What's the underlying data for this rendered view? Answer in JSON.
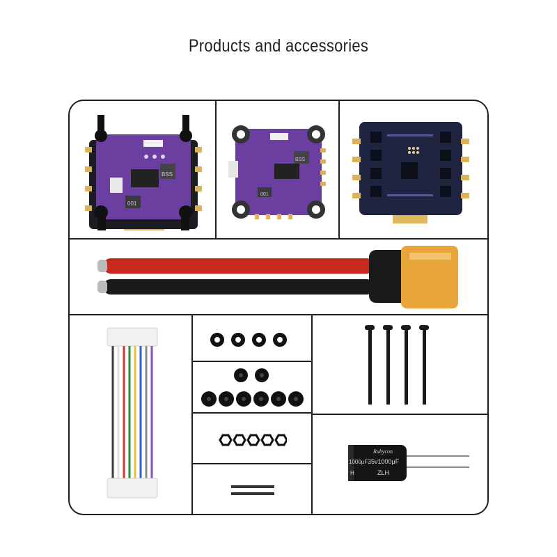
{
  "page": {
    "title": "Products and accessories"
  },
  "items": {
    "flight_controller_stack": "flight-controller-stack",
    "flight_controller": "flight-controller-board",
    "esc_board": "4in1-esc-board",
    "power_cable": "xt60-power-cable",
    "connector_cable": "jst-connector-cable",
    "screws": "long-screws",
    "o_rings": "o-rings",
    "grommets": "rubber-grommets",
    "nuts": "hex-nuts",
    "standoffs": "standoff-bars",
    "capacitor": "electrolytic-capacitor"
  },
  "board_silkscreen": {
    "stack_label_1": "001",
    "stack_label_2": "BSS",
    "fc_label_1": "001",
    "fc_label_2": "BSS"
  },
  "capacitor_print": {
    "brand": "Rubycon",
    "rating": "35v1000μF",
    "rating_left": "1000μF",
    "series": "ZLH",
    "series_left": "H"
  },
  "colors": {
    "frame": "#1e1e1e",
    "board_purple": "#6b3fa0",
    "esc_navy": "#1f2540",
    "wire_red": "#c9281f",
    "wire_black": "#1a1a1a",
    "xt60_yellow": "#e8a53a"
  }
}
